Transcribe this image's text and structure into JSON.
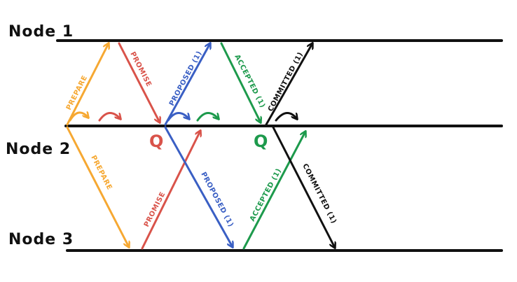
{
  "nodes": {
    "node1": "Node 1",
    "node2": "Node 2",
    "node3": "Node 3"
  },
  "colors": {
    "prepare": "#f6a832",
    "promise": "#d9534a",
    "propose": "#3a5fc4",
    "accept": "#1d9a4c",
    "commit": "#111111"
  },
  "messages": {
    "prepare_up": "PREPARE",
    "prepare_down": "PREPARE",
    "promise_down": "PROMISE",
    "promise_up": "PROMISE",
    "propose_up": "PROPOSED (1)",
    "propose_down": "PROPOSED (1)",
    "accept_down": "ACCEPTED (1)",
    "accept_up": "ACCEPTED (1)",
    "commit_up": "COMMITTED (1)",
    "commit_down": "COMMITTED (1)"
  },
  "quorum": {
    "promise_quorum": "Q",
    "accept_quorum": "Q"
  }
}
